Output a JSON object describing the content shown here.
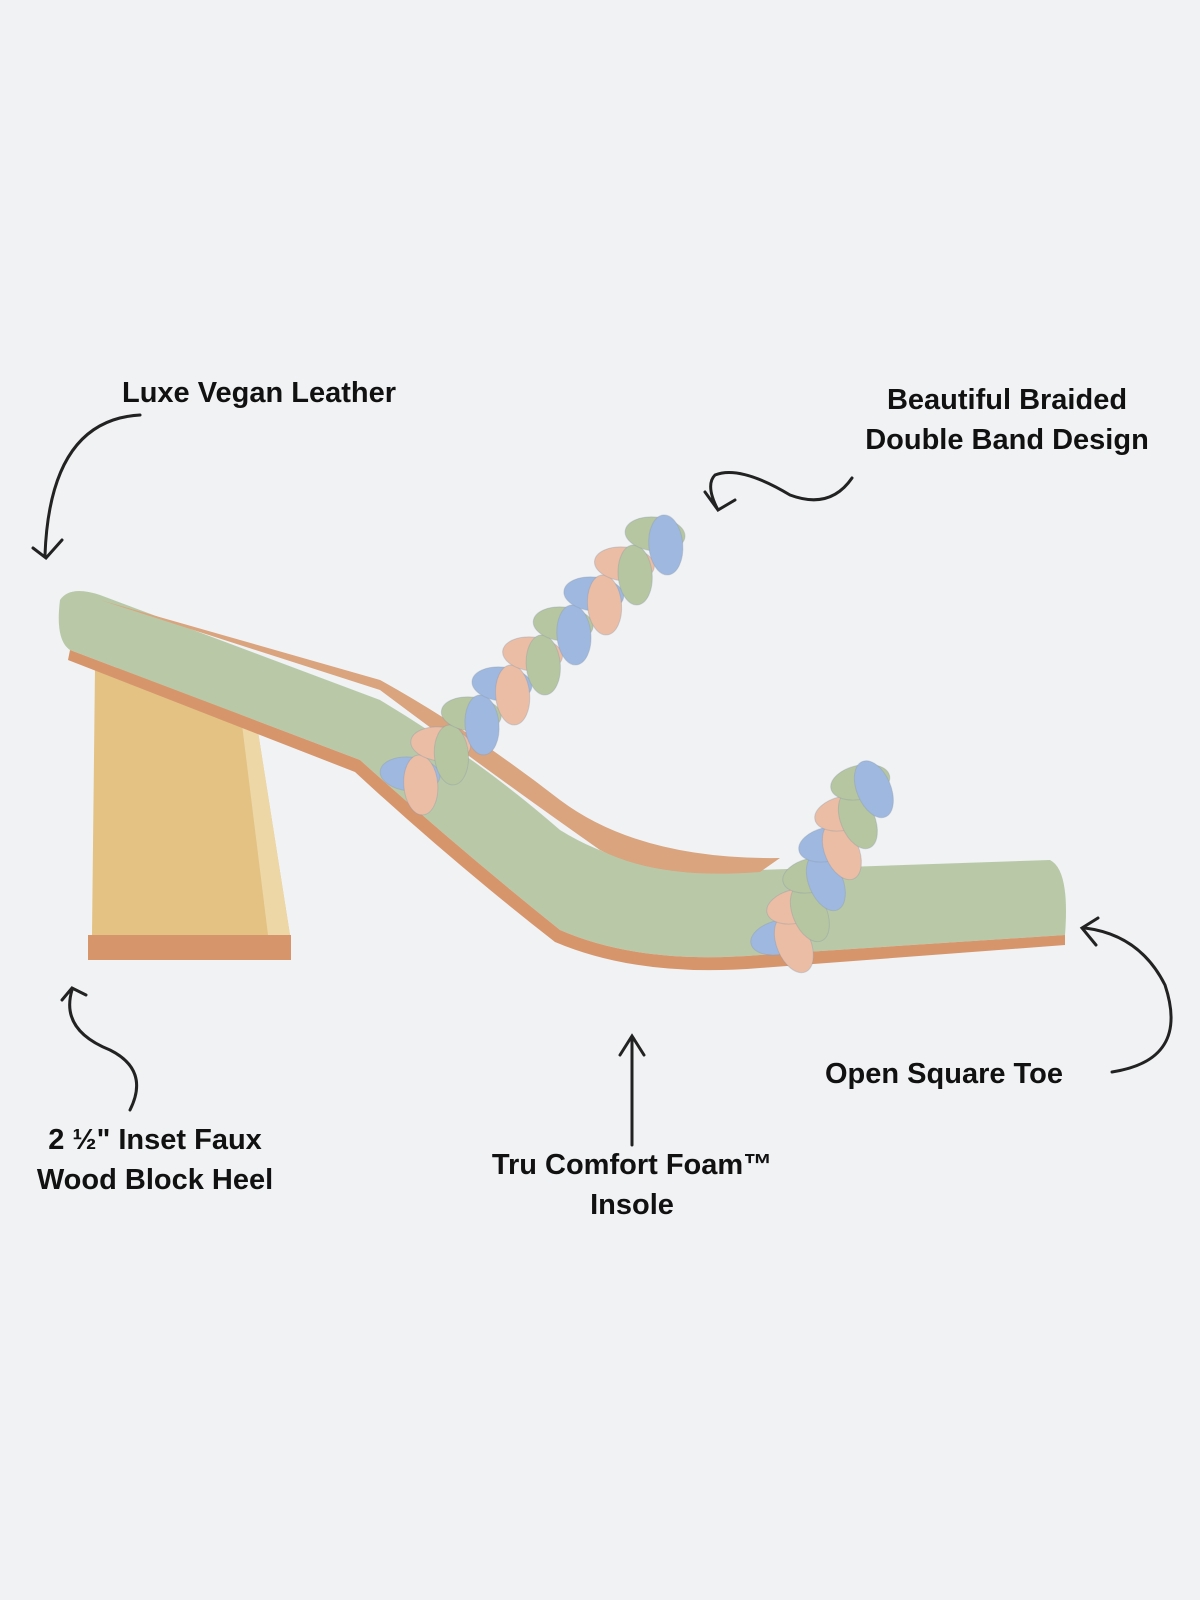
{
  "annotations": {
    "leather": "Luxe Vegan Leather",
    "braided_line1": "Beautiful Braided",
    "braided_line2": "Double Band Design",
    "heel_line1": "2 ½\" Inset Faux",
    "heel_line2": "Wood Block Heel",
    "insole_line1": "Tru Comfort Foam™",
    "insole_line2": "Insole",
    "toe": "Open Square Toe"
  },
  "colors": {
    "background": "#f0f2f4",
    "sole_green": "#b9c9a8",
    "footbed_tan": "#d9a47e",
    "braid_blue": "#9fb8e0",
    "braid_pink": "#ebbda5",
    "braid_green": "#b6c6a0",
    "wood": "#e3c283"
  }
}
